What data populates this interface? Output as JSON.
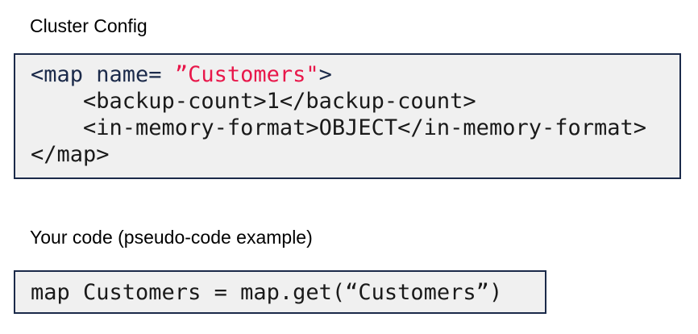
{
  "colors": {
    "navy": "#1b2a4a",
    "red": "#e8174a",
    "code_bg": "#f0f0f0",
    "code_text": "#1a1a1a",
    "page_bg": "#ffffff",
    "heading_text": "#000000"
  },
  "section1": {
    "heading": "Cluster Config",
    "code_lines": [
      {
        "tokens": [
          {
            "t": "<map name= ",
            "c": "navy"
          },
          {
            "t": "”Customers\"",
            "c": "red"
          },
          {
            "t": ">",
            "c": "navy"
          }
        ]
      },
      {
        "tokens": [
          {
            "t": "    <backup-count>1</backup-count>",
            "c": "plain"
          }
        ]
      },
      {
        "tokens": [
          {
            "t": "    <in-memory-format>OBJECT</in-memory-format>",
            "c": "plain"
          }
        ]
      },
      {
        "tokens": [
          {
            "t": "</map>",
            "c": "plain"
          }
        ]
      }
    ]
  },
  "section2": {
    "heading": "Your code (pseudo-code example)",
    "code": "map Customers = map.get(“Customers”)"
  }
}
